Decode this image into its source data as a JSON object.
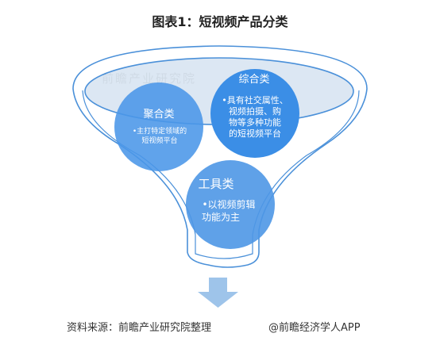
{
  "title": "图表1：短视频产品分类",
  "categories": [
    {
      "name": "综合类",
      "desc_lines": [
        "•具有社交属性、",
        "视频拍摄、购",
        "物等多种功能",
        "的短视频平台"
      ],
      "color": "#3b8ee6"
    },
    {
      "name": "聚合类",
      "desc_lines": [
        "•主打特定领域的",
        "短视频平台"
      ],
      "color": "#4a96e8"
    },
    {
      "name": "工具类",
      "desc_lines": [
        "•以视频剪辑",
        "功能为主"
      ],
      "color": "#4e97e6"
    }
  ],
  "watermark": "前瞻产业研究院",
  "footer": {
    "source": "资料来源：前瞻产业研究院整理",
    "brand": "@前瞻经济学人APP"
  },
  "colors": {
    "funnel_outline": "#4a90d9",
    "funnel_fill": "#ffffff",
    "rim_fill": "#dce7f3",
    "arrow": "#9ec4ea"
  }
}
